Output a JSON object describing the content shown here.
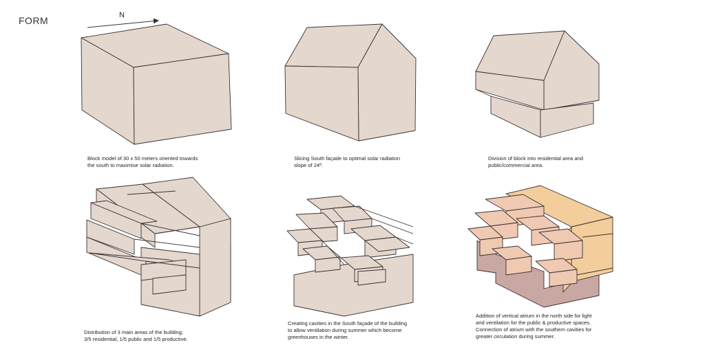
{
  "title": "FORM",
  "north_label": "N",
  "colors": {
    "block_fill": "#e3d7ce",
    "residential": "#efc9b2",
    "atrium": "#f3cd9b",
    "public_productive": "#c9a7a2",
    "outline": "#3a3030"
  },
  "captions": [
    "Block model of 30 x 50 meters oriented towards\nthe south to maximise solar radiation.",
    "Slicing South façade to optimal solar radiation\nslope of 24º.",
    "Division of block into residential area and\npublic/commercial area.",
    "Distribution of 3 main areas  of the building;\n3/5 residential, 1/5 public and 1/5 productive.",
    "Creating cavities in the South façade of the building\nto allow ventilation during summer which become\ngreenhouses in the winter.",
    "Addition of  vertical atrium in the north side for light\nand ventilation for the public & productive spaces.\nConnection of atrium with the southern cavities for\ngreater circulation during summer."
  ]
}
